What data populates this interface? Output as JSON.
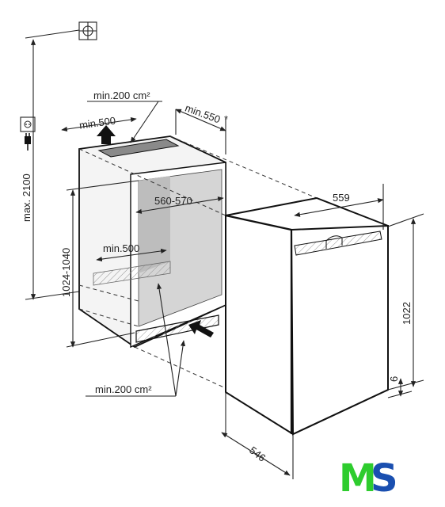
{
  "labels": {
    "max_height": "max. 2100",
    "niche_height": "1024-1040",
    "vent_top": "min.200 cm²",
    "vent_bottom": "min.200 cm²",
    "top_width": "min.500",
    "bottom_width": "min.500",
    "niche_depth": "min.550",
    "asterisk": "*",
    "niche_width": "560-570",
    "appliance_width": "559",
    "appliance_height": "1022",
    "plinth": "6",
    "appliance_depth": "546"
  },
  "logo": {
    "letter_m": "M",
    "letter_s": "S",
    "color_m": "#2ecc2e",
    "color_s": "#1a4fb0"
  }
}
